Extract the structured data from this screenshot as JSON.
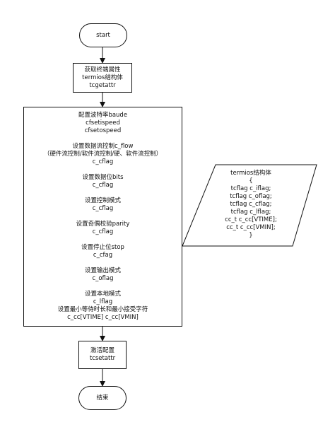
{
  "start": "start",
  "step1": [
    "获取终端属性",
    "termios结构体",
    "tcgetattr"
  ],
  "config_groups": [
    [
      "配置波特率baude",
      "cfsetispeed",
      "cfsetospeed"
    ],
    [
      "设置数据流控制c_flow",
      "（硬件流控制/软件流控制/硬、软件流控制）",
      "c_cflag"
    ],
    [
      "设置数据位bits",
      "c_cflag"
    ],
    [
      "设置控制模式",
      "c_cflag"
    ],
    [
      "设置奇偶校验parity",
      "c_cflag"
    ],
    [
      "设置停止位stop",
      "c_cfag"
    ],
    [
      "设置输出模式",
      "c_oflag"
    ],
    [
      "设置本地模式",
      "c_lflag",
      "设置最小等待时长和最小接受字符",
      "c_cc[VTIME] c_cc[VMIN]"
    ]
  ],
  "termios_struct": [
    "termios结构体",
    "{",
    "tcflag c_iflag;",
    "tcflag c_oflag;",
    "tcflag c_cflag;",
    "tcflag c_lflag;",
    "cc_t c_cc[VTIME];",
    "cc_t c_cc[VMIN];",
    "}"
  ],
  "step3": [
    "激活配置",
    "tcsetattr"
  ],
  "end": "结束"
}
